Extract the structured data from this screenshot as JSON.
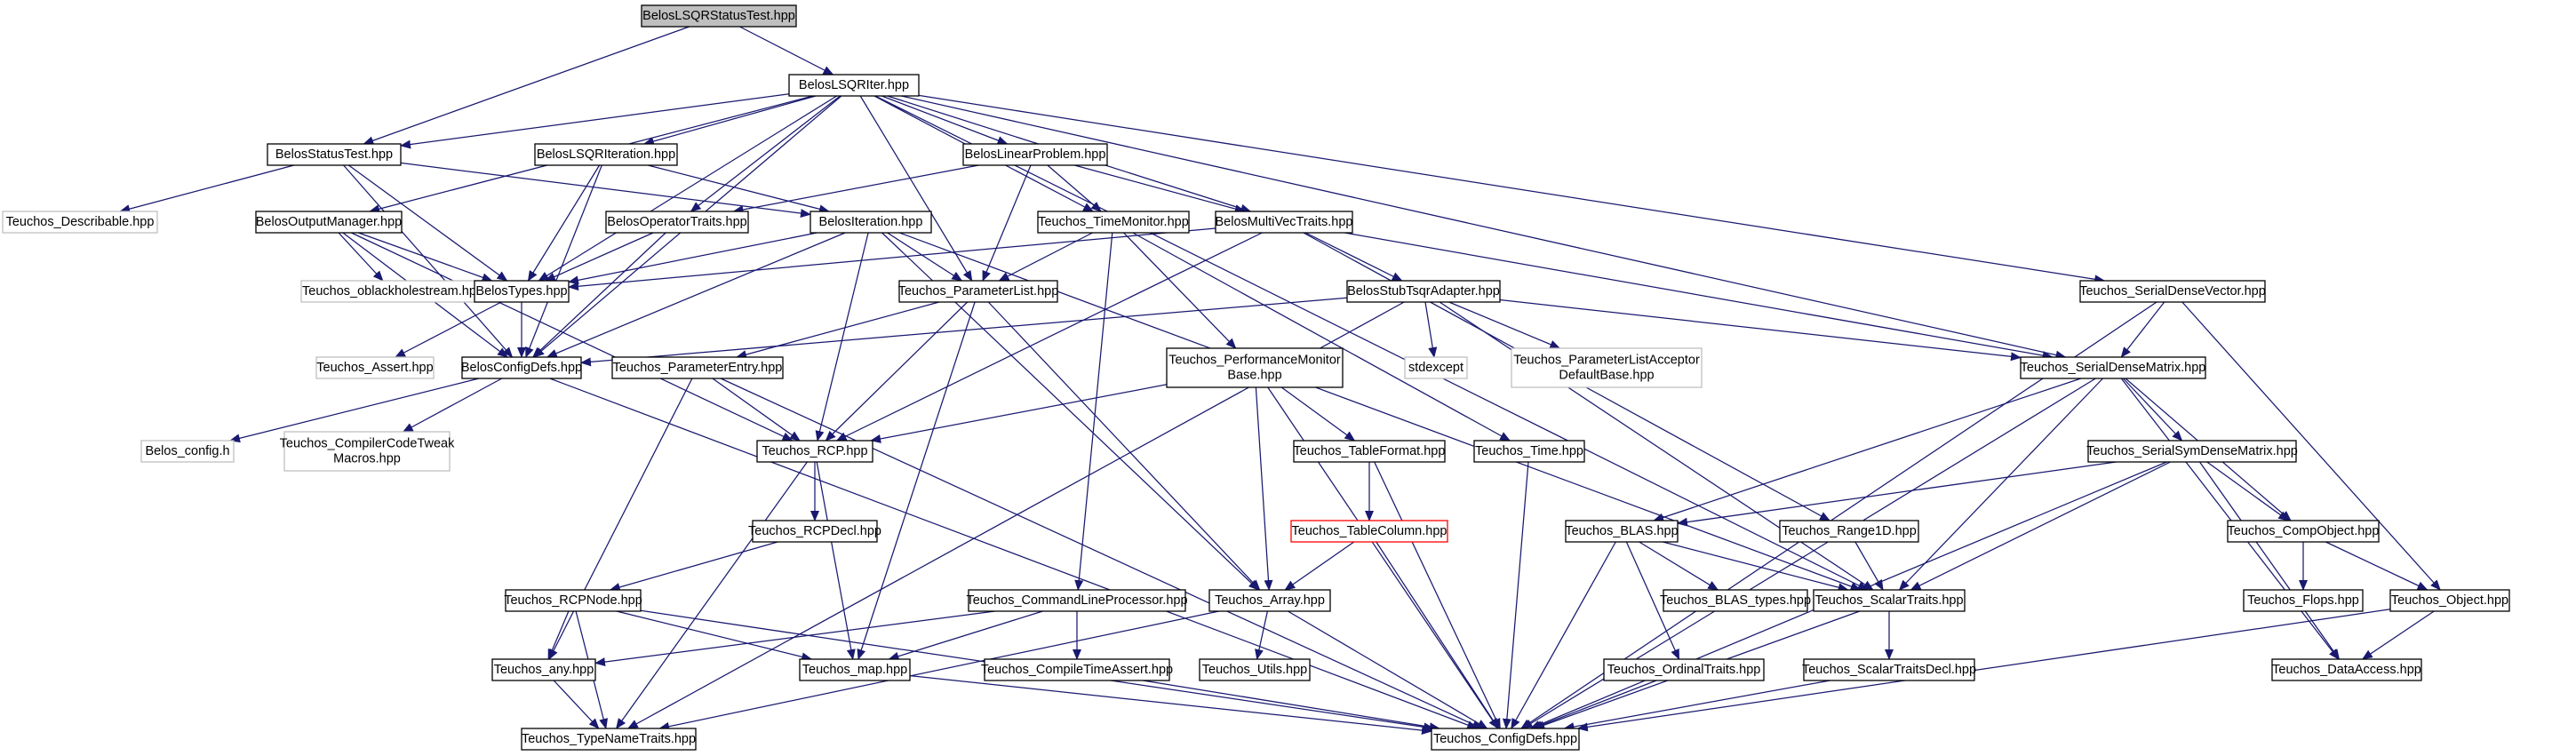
{
  "colors": {
    "edge": "#191970",
    "box_border": "#000000",
    "box_fill": "#ffffff",
    "external_border": "#bfbfbf",
    "external_text": "#808080",
    "root_fill": "#bfbfbf",
    "highlight_border": "#ff0000"
  },
  "nodes": [
    {
      "id": "root",
      "label": "BelosLSQRStatusTest.hpp",
      "kind": "root"
    },
    {
      "id": "iter",
      "label": "BelosLSQRIter.hpp",
      "kind": "normal"
    },
    {
      "id": "statustest",
      "label": "BelosStatusTest.hpp",
      "kind": "normal"
    },
    {
      "id": "lsqriteration",
      "label": "BelosLSQRIteration.hpp",
      "kind": "normal"
    },
    {
      "id": "linearproblem",
      "label": "BelosLinearProblem.hpp",
      "kind": "normal"
    },
    {
      "id": "describable",
      "label": "Teuchos_Describable.hpp",
      "kind": "external"
    },
    {
      "id": "outputmanager",
      "label": "BelosOutputManager.hpp",
      "kind": "normal"
    },
    {
      "id": "operatortraits",
      "label": "BelosOperatorTraits.hpp",
      "kind": "normal"
    },
    {
      "id": "iteration",
      "label": "BelosIteration.hpp",
      "kind": "normal"
    },
    {
      "id": "timemonitor",
      "label": "Teuchos_TimeMonitor.hpp",
      "kind": "normal"
    },
    {
      "id": "multivectraits",
      "label": "BelosMultiVecTraits.hpp",
      "kind": "normal"
    },
    {
      "id": "oblackhole",
      "label": "Teuchos_oblackholestream.hpp",
      "kind": "external"
    },
    {
      "id": "belostypes",
      "label": "BelosTypes.hpp",
      "kind": "normal"
    },
    {
      "id": "parameterlist",
      "label": "Teuchos_ParameterList.hpp",
      "kind": "normal"
    },
    {
      "id": "stubtsqr",
      "label": "BelosStubTsqrAdapter.hpp",
      "kind": "normal"
    },
    {
      "id": "serialdensevector",
      "label": "Teuchos_SerialDenseVector.hpp",
      "kind": "normal"
    },
    {
      "id": "assert",
      "label": "Teuchos_Assert.hpp",
      "kind": "external"
    },
    {
      "id": "configdefs_b",
      "label": "BelosConfigDefs.hpp",
      "kind": "normal"
    },
    {
      "id": "parameterentry",
      "label": "Teuchos_ParameterEntry.hpp",
      "kind": "normal"
    },
    {
      "id": "perfmon",
      "label": "Teuchos_PerformanceMonitor\nBase.hpp",
      "kind": "normal"
    },
    {
      "id": "stdexcept",
      "label": "stdexcept",
      "kind": "external"
    },
    {
      "id": "plaDefault",
      "label": "Teuchos_ParameterListAcceptor\nDefaultBase.hpp",
      "kind": "external"
    },
    {
      "id": "serialdensematrix",
      "label": "Teuchos_SerialDenseMatrix.hpp",
      "kind": "normal"
    },
    {
      "id": "belosconfig",
      "label": "Belos_config.h",
      "kind": "external"
    },
    {
      "id": "compilercodetweak",
      "label": "Teuchos_CompilerCodeTweak\nMacros.hpp",
      "kind": "external"
    },
    {
      "id": "rcp",
      "label": "Teuchos_RCP.hpp",
      "kind": "normal"
    },
    {
      "id": "tableformat",
      "label": "Teuchos_TableFormat.hpp",
      "kind": "normal"
    },
    {
      "id": "time",
      "label": "Teuchos_Time.hpp",
      "kind": "normal"
    },
    {
      "id": "serialsym",
      "label": "Teuchos_SerialSymDenseMatrix.hpp",
      "kind": "normal"
    },
    {
      "id": "rcpdecl",
      "label": "Teuchos_RCPDecl.hpp",
      "kind": "normal"
    },
    {
      "id": "tablecolumn",
      "label": "Teuchos_TableColumn.hpp",
      "kind": "highlight"
    },
    {
      "id": "blas",
      "label": "Teuchos_BLAS.hpp",
      "kind": "normal"
    },
    {
      "id": "range1d",
      "label": "Teuchos_Range1D.hpp",
      "kind": "normal"
    },
    {
      "id": "compobject",
      "label": "Teuchos_CompObject.hpp",
      "kind": "normal"
    },
    {
      "id": "rcpnode",
      "label": "Teuchos_RCPNode.hpp",
      "kind": "normal"
    },
    {
      "id": "cmdline",
      "label": "Teuchos_CommandLineProcessor.hpp",
      "kind": "normal"
    },
    {
      "id": "array",
      "label": "Teuchos_Array.hpp",
      "kind": "normal"
    },
    {
      "id": "blastypes",
      "label": "Teuchos_BLAS_types.hpp",
      "kind": "normal"
    },
    {
      "id": "scalartraits",
      "label": "Teuchos_ScalarTraits.hpp",
      "kind": "normal"
    },
    {
      "id": "flops",
      "label": "Teuchos_Flops.hpp",
      "kind": "normal"
    },
    {
      "id": "object",
      "label": "Teuchos_Object.hpp",
      "kind": "normal"
    },
    {
      "id": "any",
      "label": "Teuchos_any.hpp",
      "kind": "normal"
    },
    {
      "id": "map",
      "label": "Teuchos_map.hpp",
      "kind": "normal"
    },
    {
      "id": "compiletimeassert",
      "label": "Teuchos_CompileTimeAssert.hpp",
      "kind": "normal"
    },
    {
      "id": "utils",
      "label": "Teuchos_Utils.hpp",
      "kind": "normal"
    },
    {
      "id": "ordinaltraits",
      "label": "Teuchos_OrdinalTraits.hpp",
      "kind": "normal"
    },
    {
      "id": "scalartraitsdecl",
      "label": "Teuchos_ScalarTraitsDecl.hpp",
      "kind": "normal"
    },
    {
      "id": "dataaccess",
      "label": "Teuchos_DataAccess.hpp",
      "kind": "normal"
    },
    {
      "id": "typenametraits",
      "label": "Teuchos_TypeNameTraits.hpp",
      "kind": "normal"
    },
    {
      "id": "configdefs_t",
      "label": "Teuchos_ConfigDefs.hpp",
      "kind": "normal"
    }
  ],
  "edges": [
    [
      "root",
      "iter"
    ],
    [
      "root",
      "statustest"
    ],
    [
      "iter",
      "statustest"
    ],
    [
      "iter",
      "lsqriteration"
    ],
    [
      "iter",
      "linearproblem"
    ],
    [
      "iter",
      "outputmanager"
    ],
    [
      "iter",
      "operatortraits"
    ],
    [
      "iter",
      "timemonitor"
    ],
    [
      "iter",
      "multivectraits"
    ],
    [
      "iter",
      "belostypes"
    ],
    [
      "iter",
      "parameterlist"
    ],
    [
      "iter",
      "configdefs_b"
    ],
    [
      "iter",
      "serialdensevector"
    ],
    [
      "iter",
      "serialdensematrix"
    ],
    [
      "iter",
      "scalartraits"
    ],
    [
      "statustest",
      "describable"
    ],
    [
      "statustest",
      "belostypes"
    ],
    [
      "statustest",
      "iteration"
    ],
    [
      "statustest",
      "configdefs_b"
    ],
    [
      "lsqriteration",
      "belostypes"
    ],
    [
      "lsqriteration",
      "iteration"
    ],
    [
      "lsqriteration",
      "configdefs_b"
    ],
    [
      "linearproblem",
      "operatortraits"
    ],
    [
      "linearproblem",
      "multivectraits"
    ],
    [
      "linearproblem",
      "timemonitor"
    ],
    [
      "linearproblem",
      "parameterlist"
    ],
    [
      "outputmanager",
      "belostypes"
    ],
    [
      "outputmanager",
      "oblackhole"
    ],
    [
      "outputmanager",
      "configdefs_b"
    ],
    [
      "outputmanager",
      "rcp"
    ],
    [
      "operatortraits",
      "belostypes"
    ],
    [
      "operatortraits",
      "configdefs_b"
    ],
    [
      "iteration",
      "belostypes"
    ],
    [
      "iteration",
      "parameterlist"
    ],
    [
      "iteration",
      "configdefs_b"
    ],
    [
      "iteration",
      "rcp"
    ],
    [
      "iteration",
      "array"
    ],
    [
      "iteration",
      "scalartraits"
    ],
    [
      "timemonitor",
      "parameterlist"
    ],
    [
      "timemonitor",
      "perfmon"
    ],
    [
      "timemonitor",
      "time"
    ],
    [
      "timemonitor",
      "cmdline"
    ],
    [
      "multivectraits",
      "belostypes"
    ],
    [
      "multivectraits",
      "stubtsqr"
    ],
    [
      "multivectraits",
      "serialdensematrix"
    ],
    [
      "multivectraits",
      "range1d"
    ],
    [
      "multivectraits",
      "rcp"
    ],
    [
      "belostypes",
      "configdefs_b"
    ],
    [
      "belostypes",
      "assert"
    ],
    [
      "parameterlist",
      "parameterentry"
    ],
    [
      "parameterlist",
      "rcp"
    ],
    [
      "parameterlist",
      "map"
    ],
    [
      "parameterlist",
      "array"
    ],
    [
      "stubtsqr",
      "stdexcept"
    ],
    [
      "stubtsqr",
      "plaDefault"
    ],
    [
      "stubtsqr",
      "serialdensematrix"
    ],
    [
      "stubtsqr",
      "configdefs_b"
    ],
    [
      "stubtsqr",
      "scalartraits"
    ],
    [
      "stubtsqr",
      "typenametraits"
    ],
    [
      "serialdensevector",
      "serialdensematrix"
    ],
    [
      "serialdensevector",
      "object"
    ],
    [
      "serialdensevector",
      "configdefs_t"
    ],
    [
      "configdefs_b",
      "belosconfig"
    ],
    [
      "configdefs_b",
      "compilercodetweak"
    ],
    [
      "configdefs_b",
      "configdefs_t"
    ],
    [
      "parameterentry",
      "rcp"
    ],
    [
      "parameterentry",
      "any"
    ],
    [
      "parameterentry",
      "configdefs_t"
    ],
    [
      "perfmon",
      "rcp"
    ],
    [
      "perfmon",
      "tableformat"
    ],
    [
      "perfmon",
      "array"
    ],
    [
      "perfmon",
      "configdefs_t"
    ],
    [
      "serialdensematrix",
      "serialsym"
    ],
    [
      "serialdensematrix",
      "blas"
    ],
    [
      "serialdensematrix",
      "compobject"
    ],
    [
      "serialdensematrix",
      "scalartraits"
    ],
    [
      "serialdensematrix",
      "dataaccess"
    ],
    [
      "serialdensematrix",
      "configdefs_t"
    ],
    [
      "rcp",
      "rcpdecl"
    ],
    [
      "rcp",
      "map"
    ],
    [
      "rcp",
      "typenametraits"
    ],
    [
      "tableformat",
      "tablecolumn"
    ],
    [
      "tableformat",
      "configdefs_t"
    ],
    [
      "time",
      "configdefs_t"
    ],
    [
      "serialsym",
      "blas"
    ],
    [
      "serialsym",
      "compobject"
    ],
    [
      "serialsym",
      "scalartraits"
    ],
    [
      "serialsym",
      "dataaccess"
    ],
    [
      "serialsym",
      "configdefs_t"
    ],
    [
      "rcpdecl",
      "rcpnode"
    ],
    [
      "tablecolumn",
      "array"
    ],
    [
      "tablecolumn",
      "configdefs_t"
    ],
    [
      "blas",
      "blastypes"
    ],
    [
      "blas",
      "scalartraits"
    ],
    [
      "blas",
      "ordinaltraits"
    ],
    [
      "blas",
      "configdefs_t"
    ],
    [
      "range1d",
      "scalartraits"
    ],
    [
      "compobject",
      "flops"
    ],
    [
      "compobject",
      "object"
    ],
    [
      "rcpnode",
      "any"
    ],
    [
      "rcpnode",
      "map"
    ],
    [
      "rcpnode",
      "typenametraits"
    ],
    [
      "rcpnode",
      "configdefs_t"
    ],
    [
      "cmdline",
      "any"
    ],
    [
      "cmdline",
      "map"
    ],
    [
      "cmdline",
      "compiletimeassert"
    ],
    [
      "array",
      "utils"
    ],
    [
      "array",
      "typenametraits"
    ],
    [
      "array",
      "configdefs_t"
    ],
    [
      "scalartraits",
      "scalartraitsdecl"
    ],
    [
      "scalartraits",
      "configdefs_t"
    ],
    [
      "object",
      "dataaccess"
    ],
    [
      "object",
      "configdefs_t"
    ],
    [
      "any",
      "typenametraits"
    ],
    [
      "map",
      "configdefs_t"
    ],
    [
      "compiletimeassert",
      "configdefs_t"
    ],
    [
      "ordinaltraits",
      "configdefs_t"
    ],
    [
      "scalartraitsdecl",
      "configdefs_t"
    ]
  ]
}
